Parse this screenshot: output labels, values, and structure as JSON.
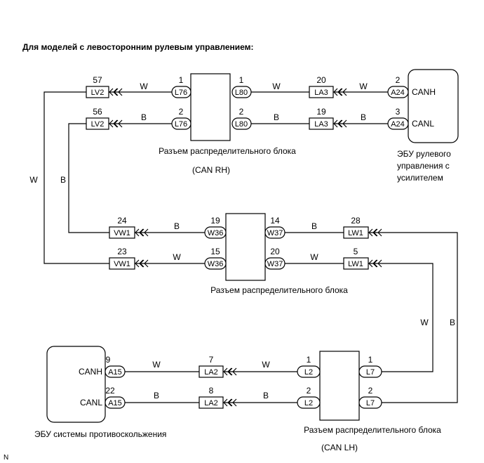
{
  "title": "Для моделей с левосторонним рулевым управлением:",
  "corner_mark": "N",
  "ecus": {
    "eps": {
      "line1": "ЭБУ рулевого",
      "line2": "управления с",
      "line3": "усилителем",
      "pin_h": "CANH",
      "pin_l": "CANL"
    },
    "abs": {
      "line1": "ЭБУ системы противоскольжения",
      "pin_h": "CANH",
      "pin_l": "CANL"
    }
  },
  "junction_blocks": {
    "rh": {
      "label": "Разъем распределительного блока",
      "sub": "(CAN RH)"
    },
    "mid": {
      "label": "Разъем распределительного блока"
    },
    "lh": {
      "label": "Разъем распределительного блока",
      "sub": "(CAN LH)"
    }
  },
  "connectors": {
    "lv2_a": {
      "name": "LV2",
      "pin": "57"
    },
    "lv2_b": {
      "name": "LV2",
      "pin": "56"
    },
    "l76_a": {
      "name": "L76",
      "pin": "1"
    },
    "l76_b": {
      "name": "L76",
      "pin": "2"
    },
    "l80_a": {
      "name": "L80",
      "pin": "1"
    },
    "l80_b": {
      "name": "L80",
      "pin": "2"
    },
    "la3_a": {
      "name": "LA3",
      "pin": "20"
    },
    "la3_b": {
      "name": "LA3",
      "pin": "19"
    },
    "a24_a": {
      "name": "A24",
      "pin": "2"
    },
    "a24_b": {
      "name": "A24",
      "pin": "3"
    },
    "vw1_a": {
      "name": "VW1",
      "pin": "24"
    },
    "vw1_b": {
      "name": "VW1",
      "pin": "23"
    },
    "w36_a": {
      "name": "W36",
      "pin": "19"
    },
    "w36_b": {
      "name": "W36",
      "pin": "15"
    },
    "w37_a": {
      "name": "W37",
      "pin": "14"
    },
    "w37_b": {
      "name": "W37",
      "pin": "20"
    },
    "lw1_a": {
      "name": "LW1",
      "pin": "28"
    },
    "lw1_b": {
      "name": "LW1",
      "pin": "5"
    },
    "a15_a": {
      "name": "A15",
      "pin": "9"
    },
    "a15_b": {
      "name": "A15",
      "pin": "22"
    },
    "la2_a": {
      "name": "LA2",
      "pin": "7"
    },
    "la2_b": {
      "name": "LA2",
      "pin": "8"
    },
    "l2_a": {
      "name": "L2",
      "pin": "1"
    },
    "l2_b": {
      "name": "L2",
      "pin": "2"
    },
    "l7_a": {
      "name": "L7",
      "pin": "1"
    },
    "l7_b": {
      "name": "L7",
      "pin": "2"
    }
  },
  "wire_colors": {
    "white": "W",
    "black": "B"
  }
}
